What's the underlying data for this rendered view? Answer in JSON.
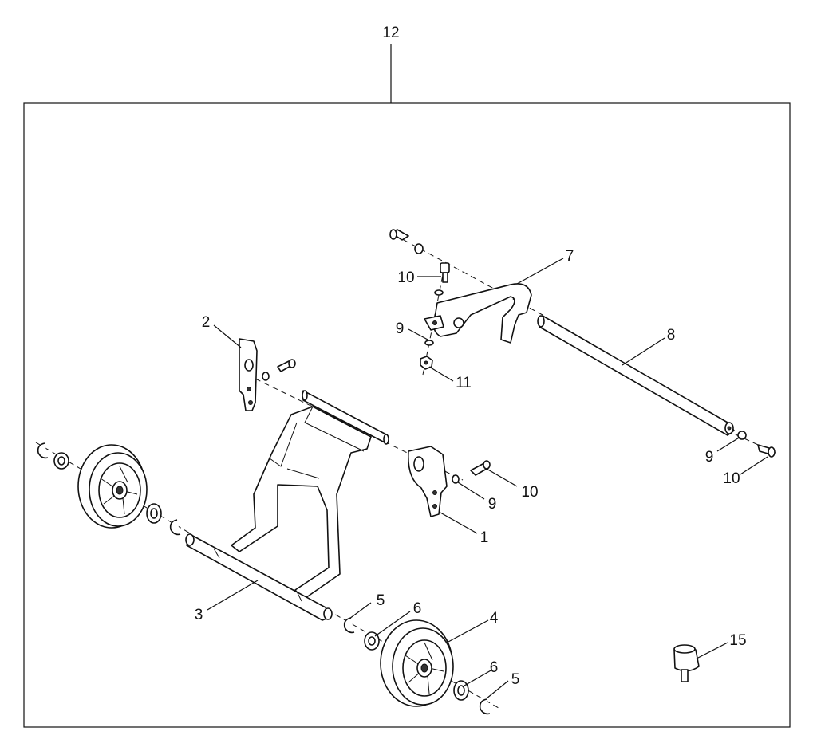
{
  "diagram": {
    "assembly_callout": "12",
    "callouts": {
      "c1": "1",
      "c2": "2",
      "c3": "3",
      "c4": "4",
      "c5a": "5",
      "c5b": "5",
      "c6a": "6",
      "c6b": "6",
      "c7": "7",
      "c8": "8",
      "c9a": "9",
      "c9b": "9",
      "c9c": "9",
      "c10a": "10",
      "c10b": "10",
      "c10c": "10",
      "c11": "11",
      "c15": "15"
    }
  }
}
